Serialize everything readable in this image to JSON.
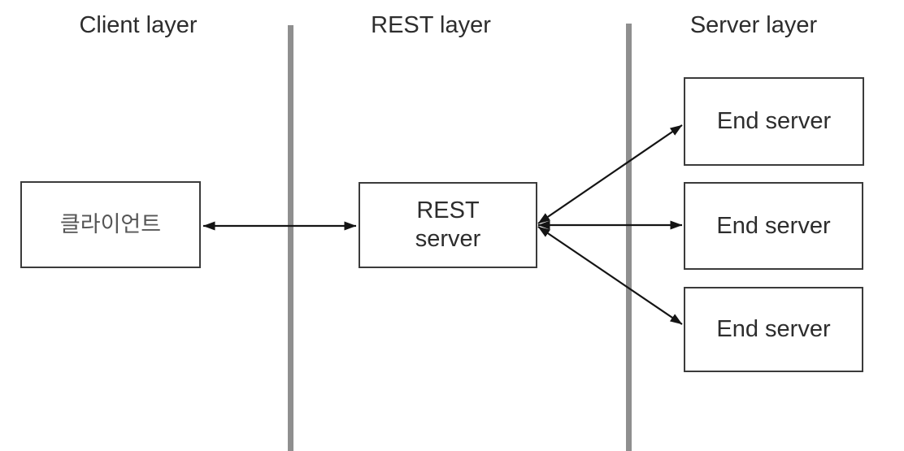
{
  "diagram": {
    "headers": [
      {
        "id": "client-layer",
        "label": "Client layer"
      },
      {
        "id": "rest-layer",
        "label": "REST layer"
      },
      {
        "id": "server-layer",
        "label": "Server layer"
      }
    ],
    "nodes": {
      "client": {
        "label": "클라이언트"
      },
      "rest_server": {
        "line1": "REST",
        "line2": "server"
      },
      "end_servers": [
        {
          "label": "End server"
        },
        {
          "label": "End server"
        },
        {
          "label": "End server"
        }
      ]
    },
    "connections": [
      {
        "from": "client",
        "to": "rest_server",
        "style": "double-arrow"
      },
      {
        "from": "rest_server",
        "to": "end_server_1",
        "style": "double-arrow"
      },
      {
        "from": "rest_server",
        "to": "end_server_2",
        "style": "double-arrow"
      },
      {
        "from": "rest_server",
        "to": "end_server_3",
        "style": "double-arrow"
      }
    ],
    "colors": {
      "background": "#ffffff",
      "divider": "#8f8f8f",
      "box_border": "#3b3b3b",
      "arrow": "#141414",
      "text": "#2d2d2d",
      "korean_text": "#565656"
    }
  }
}
